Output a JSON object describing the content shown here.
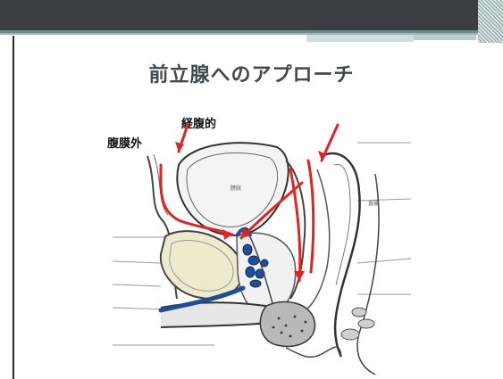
{
  "slide": {
    "title": "前立腺へのアプローチ",
    "label_transperitoneal": "経腹的",
    "label_extraperitoneal": "腹膜外",
    "anatomy_bladder": "膀胱",
    "anatomy_rectum": "直腸"
  },
  "colors": {
    "title": "#3f4a4f",
    "arrow": "#e52222",
    "vessels": "#1f4f9a",
    "pubis": "#eeeacc"
  }
}
